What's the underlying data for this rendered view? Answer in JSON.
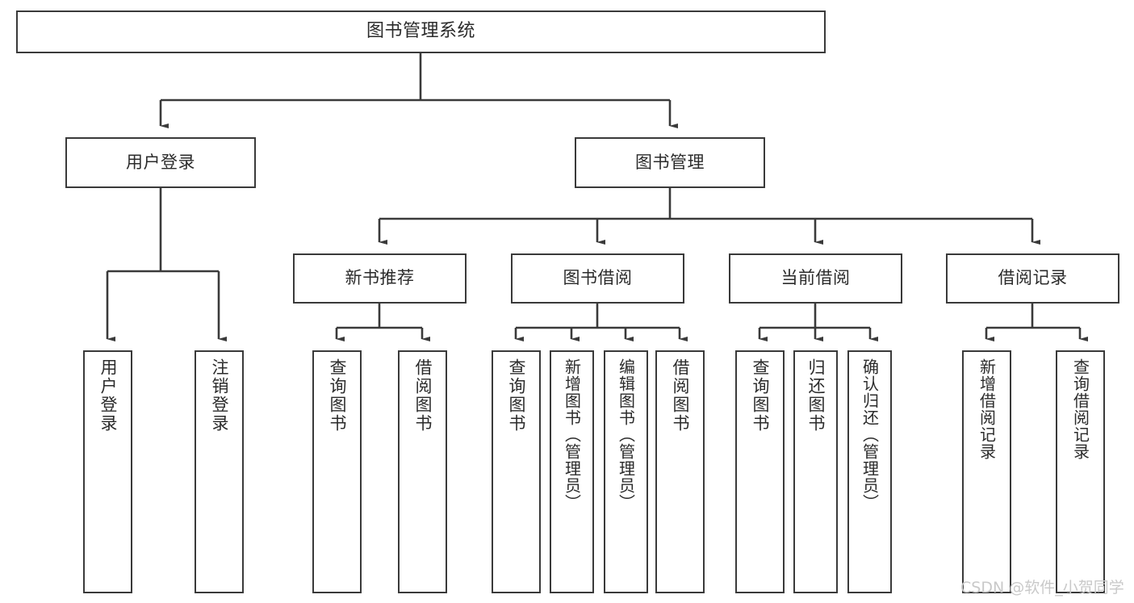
{
  "diagram": {
    "title": "图书管理系统",
    "type": "hierarchy-tree",
    "arrow_color": "#3a3a3a",
    "box_border_color": "#3a3a3a",
    "text_color": "#2b2b2b",
    "background": "#ffffff"
  },
  "root": {
    "label": "图书管理系统"
  },
  "level1": [
    {
      "label": "用户登录"
    },
    {
      "label": "图书管理"
    }
  ],
  "level2": [
    {
      "label": "新书推荐"
    },
    {
      "label": "图书借阅"
    },
    {
      "label": "当前借阅"
    },
    {
      "label": "借阅记录"
    }
  ],
  "leaves": {
    "user_login": [
      {
        "label": "用户登录"
      },
      {
        "label": "注销登录"
      }
    ],
    "new_book": [
      {
        "label": "查询图书"
      },
      {
        "label": "借阅图书"
      }
    ],
    "borrow_book": [
      {
        "label": "查询图书"
      },
      {
        "label": "新增图书（管理员）"
      },
      {
        "label": "编辑图书（管理员）"
      },
      {
        "label": "借阅图书"
      }
    ],
    "current_borrow": [
      {
        "label": "查询图书"
      },
      {
        "label": "归还图书"
      },
      {
        "label": "确认归还（管理员）"
      }
    ],
    "borrow_record": [
      {
        "label": "新增借阅记录"
      },
      {
        "label": "查询借阅记录"
      }
    ]
  },
  "watermark": {
    "text": "CSDN @软件_小贺同学"
  }
}
